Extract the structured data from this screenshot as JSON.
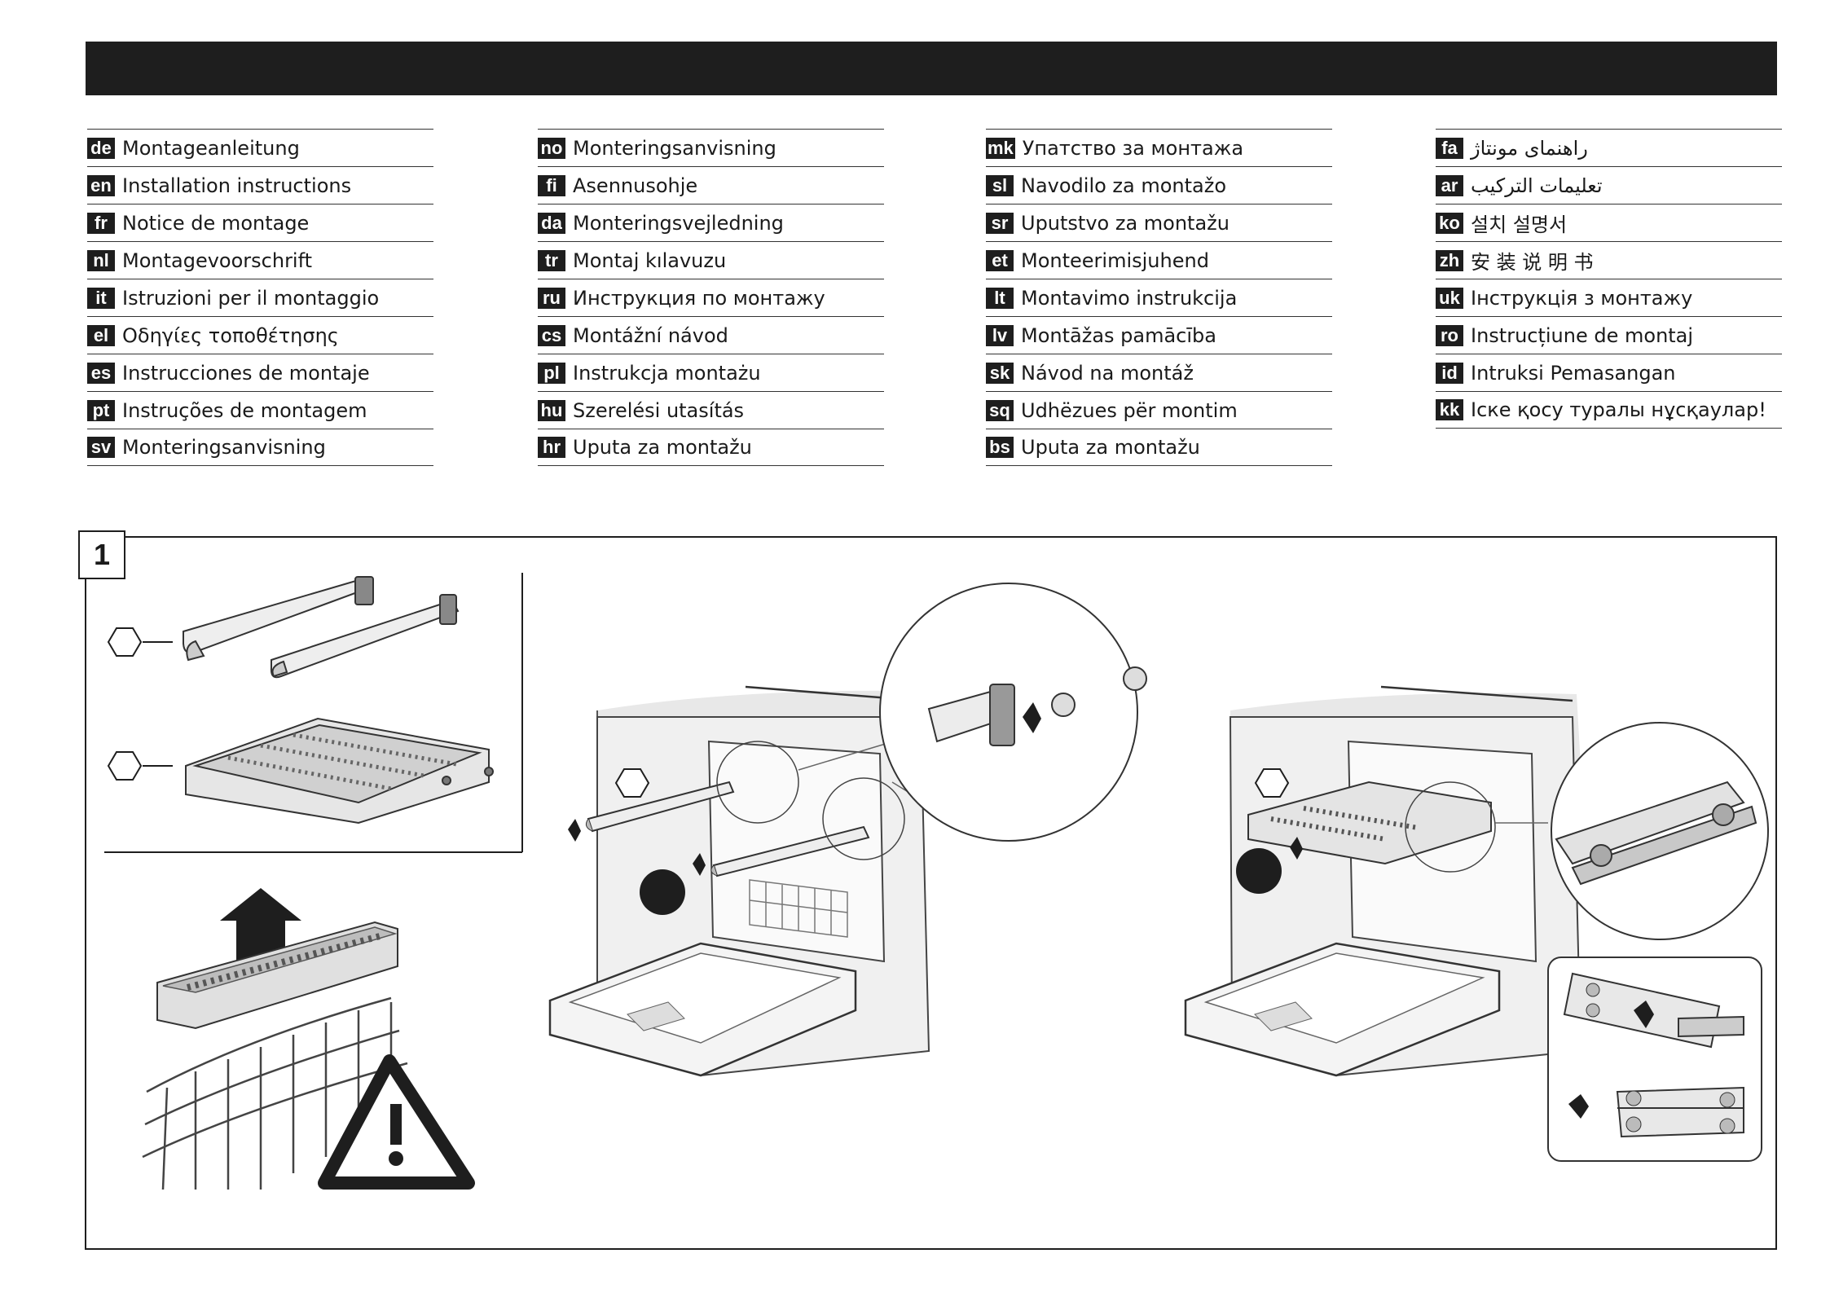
{
  "languages": {
    "col1": [
      {
        "code": "de",
        "text": "Montageanleitung"
      },
      {
        "code": "en",
        "text": "Installation instructions"
      },
      {
        "code": "fr",
        "text": "Notice de montage"
      },
      {
        "code": "nl",
        "text": "Montagevoorschrift"
      },
      {
        "code": "it",
        "text": "Istruzioni per il montaggio"
      },
      {
        "code": "el",
        "text": "Οδηγίες τοποθέτησης"
      },
      {
        "code": "es",
        "text": "Instrucciones de montaje"
      },
      {
        "code": "pt",
        "text": "Instruções de montagem"
      },
      {
        "code": "sv",
        "text": "Monteringsanvisning"
      }
    ],
    "col2": [
      {
        "code": "no",
        "text": "Monteringsanvisning"
      },
      {
        "code": "fi",
        "text": "Asennusohje"
      },
      {
        "code": "da",
        "text": "Monteringsvejledning"
      },
      {
        "code": "tr",
        "text": "Montaj kılavuzu"
      },
      {
        "code": "ru",
        "text": "Инструкция по монтажу"
      },
      {
        "code": "cs",
        "text": "Montážní návod"
      },
      {
        "code": "pl",
        "text": "Instrukcja montażu"
      },
      {
        "code": "hu",
        "text": "Szerelési utasítás"
      },
      {
        "code": "hr",
        "text": "Uputa za montažu"
      }
    ],
    "col3": [
      {
        "code": "mk",
        "text": "Упатство за монтажа"
      },
      {
        "code": "sl",
        "text": "Navodilo za montažo"
      },
      {
        "code": "sr",
        "text": "Uputstvo za montažu"
      },
      {
        "code": "et",
        "text": "Monteerimisjuhend"
      },
      {
        "code": "lt",
        "text": "Montavimo instrukcija"
      },
      {
        "code": "lv",
        "text": "Montāžas pamācība"
      },
      {
        "code": "sk",
        "text": "Návod na montáž"
      },
      {
        "code": "sq",
        "text": "Udhëzues për montim"
      },
      {
        "code": "bs",
        "text": "Uputa za montažu"
      }
    ],
    "col4": [
      {
        "code": "fa",
        "text": "راهنمای مونتاژ"
      },
      {
        "code": "ar",
        "text": "تعليمات التركيب"
      },
      {
        "code": "ko",
        "text": "설치 설명서"
      },
      {
        "code": "zh",
        "text": "安 装 说 明 书"
      },
      {
        "code": "uk",
        "text": "Інструкція з монтажу"
      },
      {
        "code": "ro",
        "text": "Instrucțiune de montaj"
      },
      {
        "code": "id",
        "text": "Intruksi Pemasangan"
      },
      {
        "code": "kk",
        "text": "Іске қосу туралы нұсқаулар!"
      }
    ]
  },
  "step": {
    "number": "1"
  }
}
